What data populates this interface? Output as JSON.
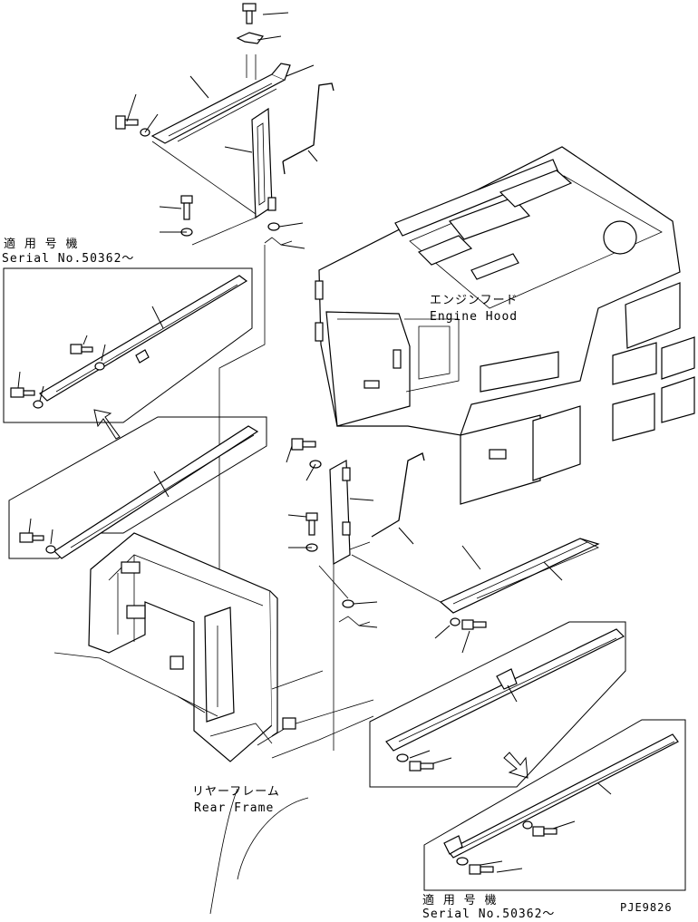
{
  "labels": {
    "serial_top_jp": "適 用 号 機",
    "serial_top_en": "Serial No.50362～",
    "engine_hood_jp": "エンジンフード",
    "engine_hood_en": "Engine Hood",
    "rear_frame_jp": "リヤーフレーム",
    "rear_frame_en": "Rear Frame",
    "serial_bottom_jp": "適 用 号 機",
    "serial_bottom_en": "Serial No.50362～",
    "drawing_code": "PJE9826"
  }
}
